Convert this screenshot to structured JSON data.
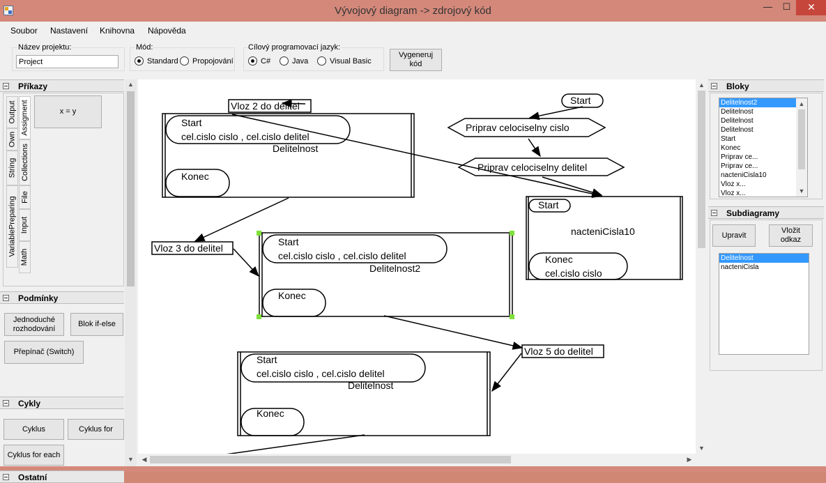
{
  "window": {
    "title": "Vývojový diagram -> zdrojový kód",
    "min_glyph": "—",
    "max_glyph": "☐",
    "close_glyph": "✕"
  },
  "menu": [
    "Soubor",
    "Nastavení",
    "Knihovna",
    "Nápověda"
  ],
  "toolbar": {
    "project_label": "Název projektu:",
    "project_value": "Project",
    "mode_label": "Mód:",
    "mode_options": [
      "Standard",
      "Propojování"
    ],
    "mode_selected": "Standard",
    "lang_label": "Cílový programovací jazyk:",
    "lang_options": [
      "C#",
      "Java",
      "Visual Basic"
    ],
    "lang_selected": "C#",
    "generate_line1": "Vygeneruj",
    "generate_line2": "kód"
  },
  "left": {
    "prikazy_title": "Příkazy",
    "vtabs": [
      "Output",
      "Own",
      "String",
      "VariablePreparing",
      "Assigment",
      "Collections",
      "File",
      "Input",
      "Math"
    ],
    "assign_button": "x = y",
    "podminky_title": "Podmínky",
    "btn_simple_l1": "Jednoduché",
    "btn_simple_l2": "rozhodování",
    "btn_ifelse": "Blok if-else",
    "btn_switch": "Přepínač (Switch)",
    "cykly_title": "Cykly",
    "btn_cyklus": "Cyklus",
    "btn_cyklus_for": "Cyklus for",
    "btn_cyklus_foreach": "Cyklus for each",
    "ostatni_title": "Ostatní"
  },
  "right": {
    "bloky_title": "Bloky",
    "bloky_items": [
      "Delitelnost2",
      "Delitelnost",
      "Delitelnost",
      "Delitelnost",
      "Start",
      "Konec",
      "Priprav ce...",
      "Priprav ce...",
      "nacteniCisla10",
      "Vloz x...",
      "Vloz x..."
    ],
    "bloky_selected_index": 0,
    "subdiagramy_title": "Subdiagramy",
    "btn_upravit": "Upravit",
    "btn_vlozit_l1": "Vložit",
    "btn_vlozit_l2": "odkaz",
    "sub_items": [
      "Delitelnost",
      "nacteniCisla"
    ],
    "sub_selected_index": 0
  },
  "diagram": {
    "start": "Start",
    "konec": "Konec",
    "params": "cel.cislo cislo ,  cel.cislo delitel",
    "ret": "cel.cislo cislo",
    "vloz2": "Vloz 2 do delitel",
    "vloz3": "Vloz 3 do delitel",
    "vloz5": "Vloz 5 do delitel",
    "priprav1": "Priprav celociselny cislo",
    "priprav2": "Priprav celociselny delitel",
    "delitelnost": "Delitelnost",
    "delitelnost2": "Delitelnost2",
    "nacteni": "nacteniCisla10"
  },
  "colors": {
    "frame": "#d5897a",
    "selection": "#3399ff",
    "handle": "#7fe03a"
  }
}
